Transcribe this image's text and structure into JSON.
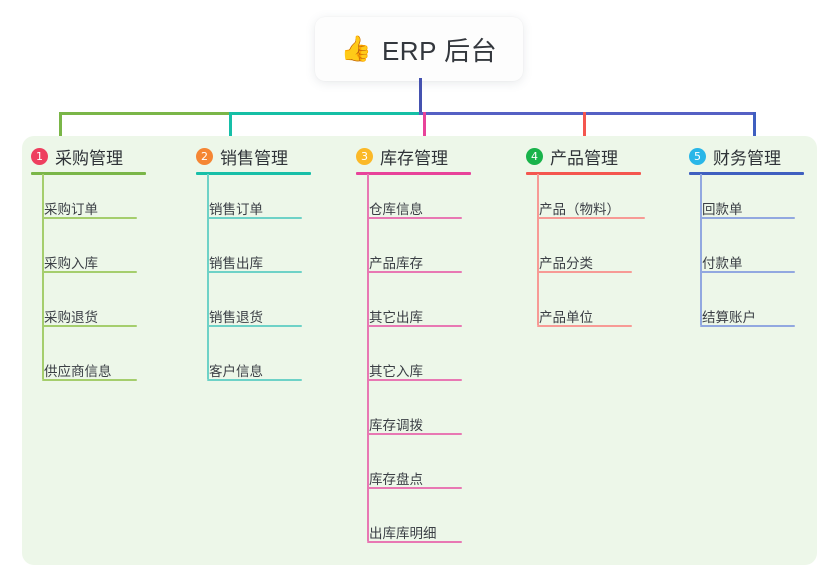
{
  "title": {
    "emoji": "👍",
    "emoji_name": "thumbs-up-icon",
    "text": "ERP 后台"
  },
  "theme": {
    "page_bg": "#ffffff",
    "panel_bg": "#edf7e9",
    "card_bg": "#fdfdfd",
    "text": "#2f3338",
    "trunk": "#4552b0"
  },
  "connector": {
    "segments": [
      {
        "name": "trunk-vertical",
        "color": "#4552b0"
      },
      {
        "name": "bus-green",
        "color": "#7ab648"
      },
      {
        "name": "bus-teal",
        "color": "#15bfa5"
      },
      {
        "name": "bus-indigo",
        "color": "#5560c4"
      }
    ]
  },
  "columns": [
    {
      "index": "1",
      "title": "采购管理",
      "badge_color": "#ee3f5f",
      "rule_color": "#7ab648",
      "line_color": "#8cc152",
      "child_line_color": "#a5ce6d",
      "drop_color": "#7ab648",
      "items": [
        "采购订单",
        "采购入库",
        "采购退货",
        "供应商信息"
      ]
    },
    {
      "index": "2",
      "title": "销售管理",
      "badge_color": "#f58634",
      "rule_color": "#17bfa8",
      "line_color": "#39c4b4",
      "child_line_color": "#6ed2c7",
      "drop_color": "#17bfa8",
      "items": [
        "销售订单",
        "销售出库",
        "销售退货",
        "客户信息"
      ]
    },
    {
      "index": "3",
      "title": "库存管理",
      "badge_color": "#fbb928",
      "rule_color": "#e8439a",
      "line_color": "#e05aa0",
      "child_line_color": "#e878b3",
      "drop_color": "#e8439a",
      "items": [
        "仓库信息",
        "产品库存",
        "其它出库",
        "其它入库",
        "库存调拨",
        "库存盘点",
        "出库库明细"
      ]
    },
    {
      "index": "4",
      "title": "产品管理",
      "badge_color": "#19b34b",
      "rule_color": "#f4564f",
      "line_color": "#f4706a",
      "child_line_color": "#f79a95",
      "drop_color": "#f4564f",
      "items": [
        "产品（物料）",
        "产品分类",
        "产品单位"
      ]
    },
    {
      "index": "5",
      "title": "财务管理",
      "badge_color": "#29b6e8",
      "rule_color": "#3f5fc0",
      "line_color": "#6e89d4",
      "child_line_color": "#92a8e0",
      "drop_color": "#3f5fc0",
      "items": [
        "回款单",
        "付款单",
        "结算账户"
      ]
    }
  ]
}
